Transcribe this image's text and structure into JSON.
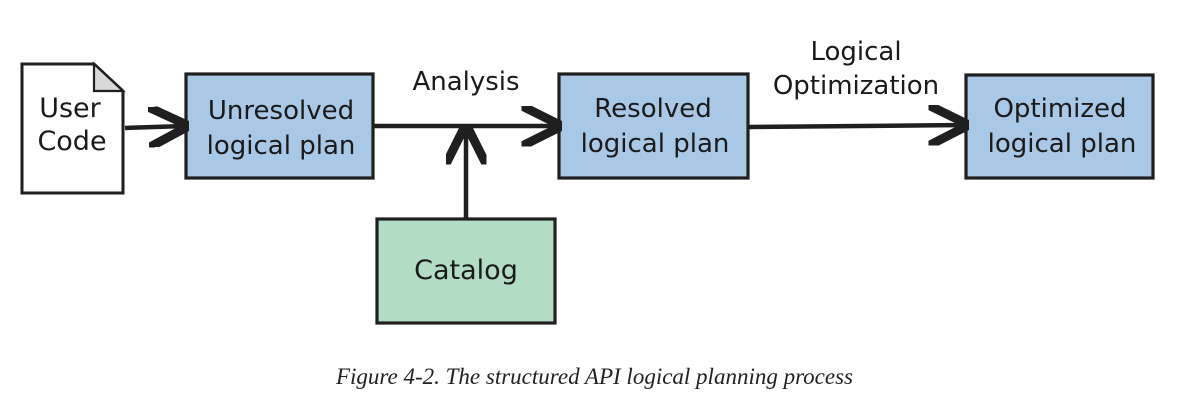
{
  "nodes": {
    "user_code": [
      "User",
      "Code"
    ],
    "unresolved": [
      "Unresolved",
      "logical plan"
    ],
    "resolved": [
      "Resolved",
      "logical plan"
    ],
    "optimized": [
      "Optimized",
      "logical plan"
    ],
    "catalog": [
      "Catalog"
    ]
  },
  "edge_labels": {
    "analysis": [
      "Analysis"
    ],
    "optimization": [
      "Logical",
      "Optimization"
    ]
  },
  "colors": {
    "plan_fill": "#a9c8e6",
    "catalog_fill": "#b3dcc4",
    "doc_fill": "#ffffff",
    "stroke": "#1f1f1f"
  },
  "caption": "Figure 4-2. The structured API logical planning process"
}
